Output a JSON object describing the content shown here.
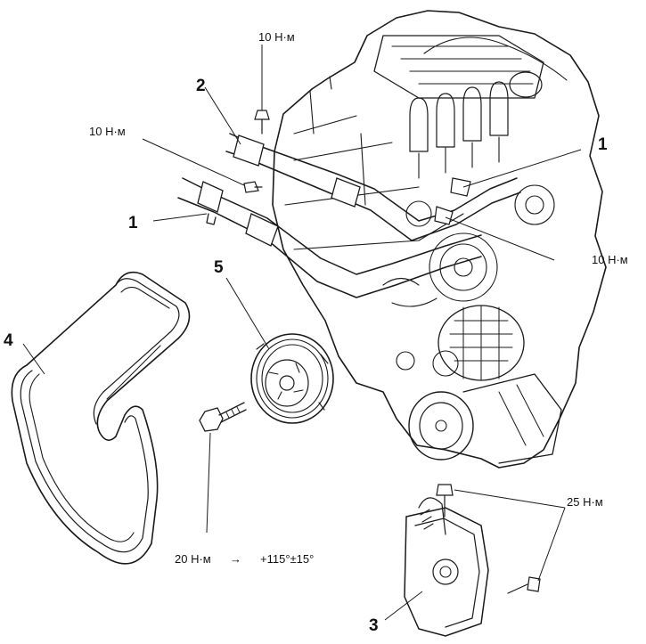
{
  "callouts": {
    "n1a": "1",
    "n1b": "1",
    "n2": "2",
    "n3": "3",
    "n4": "4",
    "n5": "5"
  },
  "torques": {
    "top_bolt": "10 Н·м",
    "left_bolt": "10 Н·м",
    "right_bolt": "10 Н·м",
    "pulley_bolt": "20 Н·м",
    "pulley_arrow": "→",
    "pulley_angle": "+115°±15°",
    "tensioner_bolts": "25 Н·м"
  }
}
